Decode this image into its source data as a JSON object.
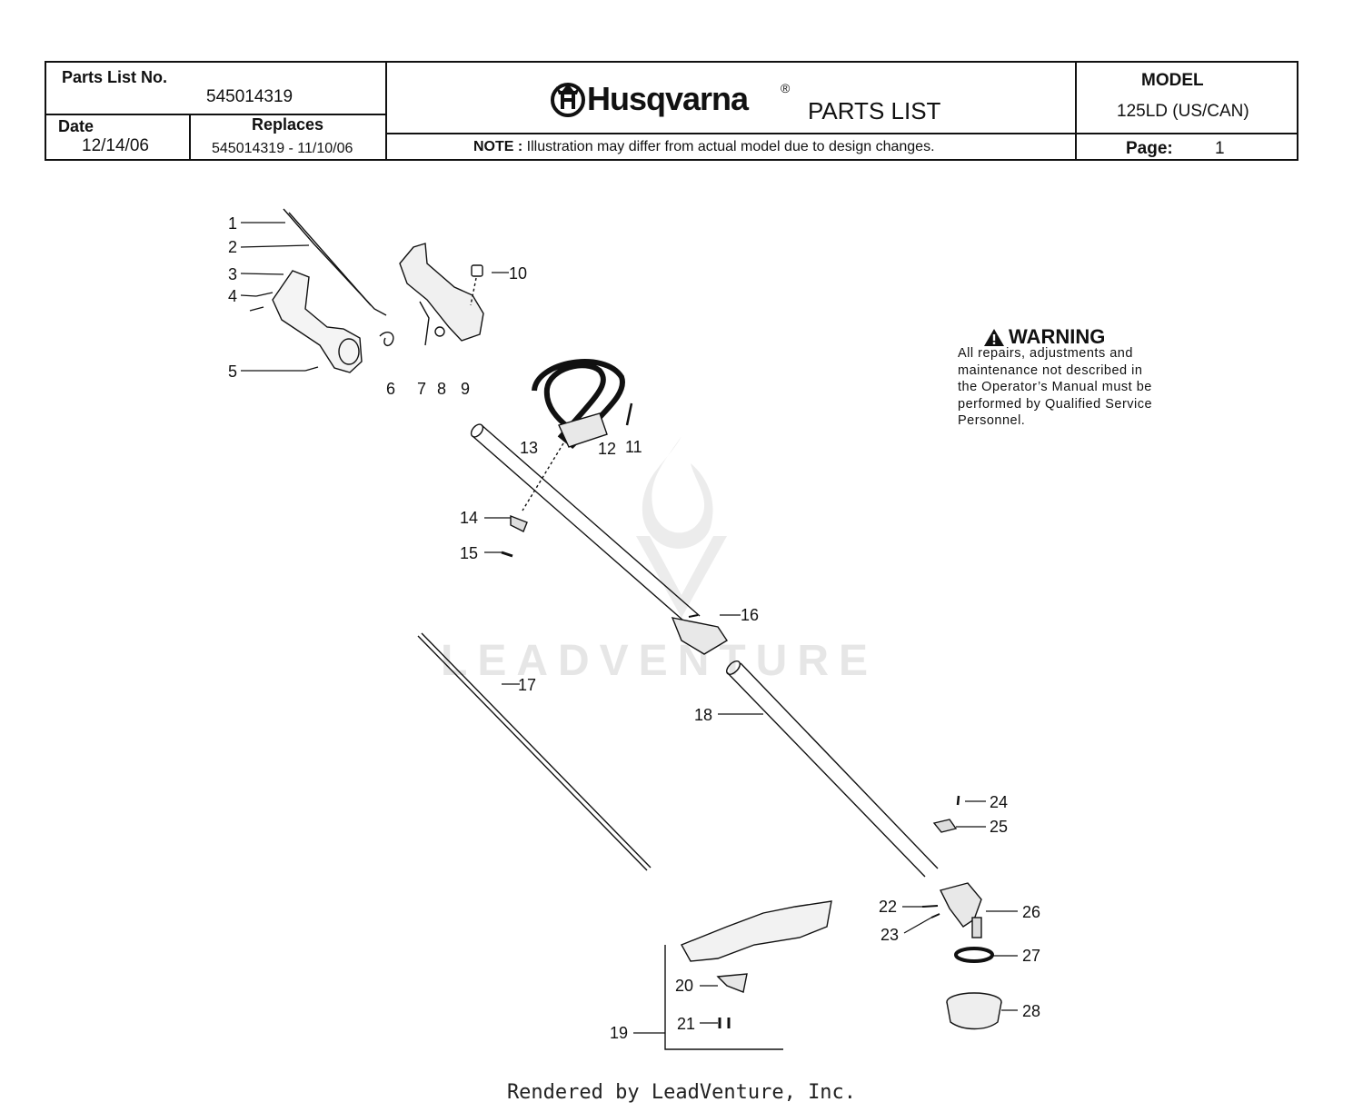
{
  "header": {
    "parts_list_label": "Parts List No.",
    "parts_list_no": "545014319",
    "date_label": "Date",
    "date": "12/14/06",
    "replaces_label": "Replaces",
    "replaces": "545014319 - 11/10/06",
    "brand": "Husqvarna",
    "registered": "®",
    "title": "PARTS LIST",
    "note_label": "NOTE :",
    "note": "Illustration may differ from actual model due to design changes.",
    "model_label": "MODEL",
    "model": "125LD (US/CAN)",
    "page_label": "Page:",
    "page": "1"
  },
  "warning": {
    "title": "WARNING",
    "lines": [
      "All repairs, adjustments and",
      "maintenance not described in",
      "the Operator’s Manual must be",
      "performed by Qualified Service",
      "Personnel."
    ]
  },
  "callouts": [
    "1",
    "2",
    "3",
    "4",
    "5",
    "6",
    "7",
    "8",
    "9",
    "10",
    "11",
    "12",
    "13",
    "14",
    "15",
    "16",
    "17",
    "18",
    "19",
    "20",
    "21",
    "22",
    "23",
    "24",
    "25",
    "26",
    "27",
    "28"
  ],
  "watermark": "LEADVENTURE",
  "footer": "Rendered by LeadVenture, Inc."
}
